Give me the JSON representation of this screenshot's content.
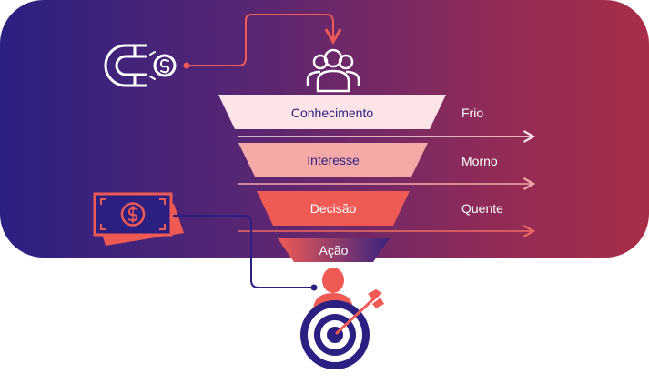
{
  "funnel": {
    "stages": [
      {
        "label": "Conhecimento",
        "color": "#fde4e6",
        "text_color": "#2b2081"
      },
      {
        "label": "Interesse",
        "color": "#f6aaa8",
        "text_color": "#2b2081"
      },
      {
        "label": "Decisão",
        "color": "#ef5a55",
        "text_color": "#ffffff"
      },
      {
        "label": "Ação",
        "color": "#e84848",
        "text_color": "#ffffff"
      }
    ]
  },
  "temperatures": [
    {
      "label": "Frio"
    },
    {
      "label": "Morno"
    },
    {
      "label": "Quente"
    }
  ],
  "colors": {
    "accent": "#e84848",
    "navy": "#2b2081",
    "white": "#ffffff"
  },
  "icons": [
    "magnet-icon",
    "people-icon",
    "money-icon",
    "person-icon",
    "target-icon"
  ]
}
